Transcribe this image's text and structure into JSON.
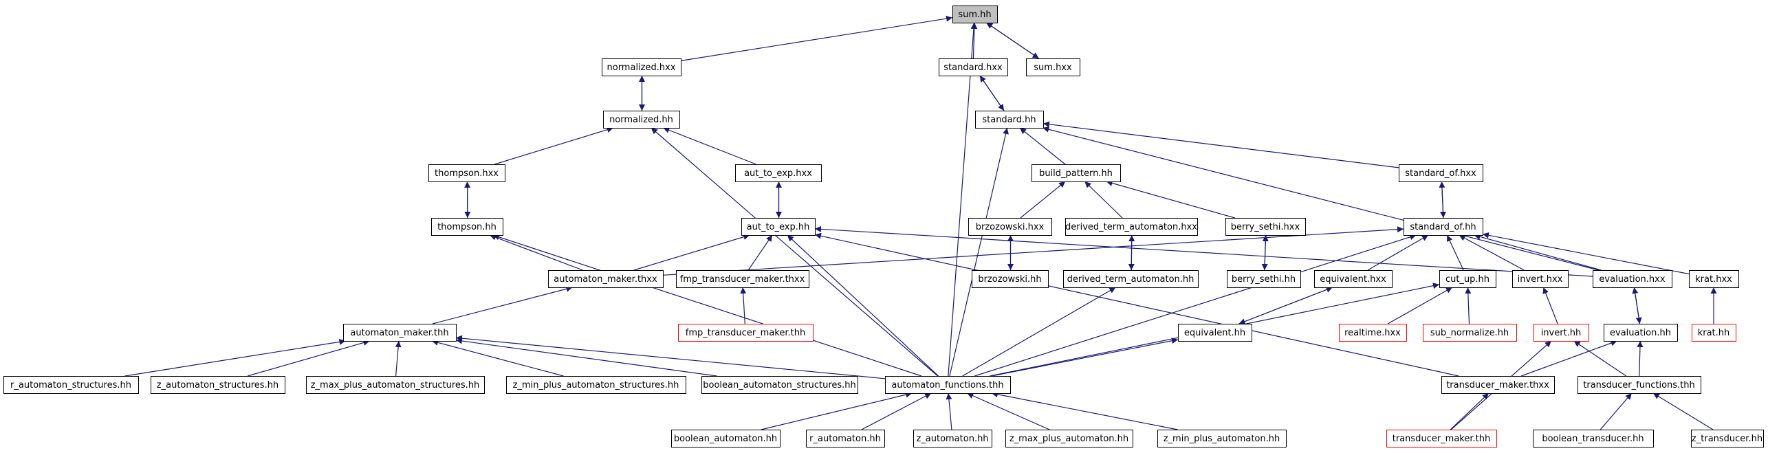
{
  "colors": {
    "edge": "#191970",
    "border_normal": "#000000",
    "border_truncated": "#ff0000",
    "fill_current": "#bfbfbf",
    "fill_normal": "#ffffff"
  },
  "nodes": [
    {
      "id": "sum_hh",
      "label": "sum.hh",
      "style": "current"
    },
    {
      "id": "normalized_hxx",
      "label": "normalized.hxx",
      "style": "normal"
    },
    {
      "id": "standard_hxx",
      "label": "standard.hxx",
      "style": "normal"
    },
    {
      "id": "sum_hxx",
      "label": "sum.hxx",
      "style": "normal"
    },
    {
      "id": "normalized_hh",
      "label": "normalized.hh",
      "style": "normal"
    },
    {
      "id": "standard_hh",
      "label": "standard.hh",
      "style": "normal"
    },
    {
      "id": "thompson_hxx",
      "label": "thompson.hxx",
      "style": "normal"
    },
    {
      "id": "aut_to_exp_hxx",
      "label": "aut_to_exp.hxx",
      "style": "normal"
    },
    {
      "id": "build_pattern_hh",
      "label": "build_pattern.hh",
      "style": "normal"
    },
    {
      "id": "standard_of_hxx",
      "label": "standard_of.hxx",
      "style": "normal"
    },
    {
      "id": "thompson_hh",
      "label": "thompson.hh",
      "style": "normal"
    },
    {
      "id": "aut_to_exp_hh",
      "label": "aut_to_exp.hh",
      "style": "normal"
    },
    {
      "id": "brzozowski_hxx",
      "label": "brzozowski.hxx",
      "style": "normal"
    },
    {
      "id": "derived_term_automaton_hxx",
      "label": "derived_term_automaton.hxx",
      "style": "normal"
    },
    {
      "id": "berry_sethi_hxx",
      "label": "berry_sethi.hxx",
      "style": "normal"
    },
    {
      "id": "standard_of_hh",
      "label": "standard_of.hh",
      "style": "normal"
    },
    {
      "id": "automaton_maker_thxx",
      "label": "automaton_maker.thxx",
      "style": "normal"
    },
    {
      "id": "fmp_transducer_maker_thxx",
      "label": "fmp_transducer_maker.thxx",
      "style": "normal"
    },
    {
      "id": "brzozowski_hh",
      "label": "brzozowski.hh",
      "style": "normal"
    },
    {
      "id": "derived_term_automaton_hh",
      "label": "derived_term_automaton.hh",
      "style": "normal"
    },
    {
      "id": "berry_sethi_hh",
      "label": "berry_sethi.hh",
      "style": "normal"
    },
    {
      "id": "equivalent_hxx",
      "label": "equivalent.hxx",
      "style": "normal"
    },
    {
      "id": "cut_up_hh",
      "label": "cut_up.hh",
      "style": "normal"
    },
    {
      "id": "invert_hxx",
      "label": "invert.hxx",
      "style": "normal"
    },
    {
      "id": "evaluation_hxx",
      "label": "evaluation.hxx",
      "style": "normal"
    },
    {
      "id": "krat_hxx",
      "label": "krat.hxx",
      "style": "normal"
    },
    {
      "id": "fmp_transducer_maker_thh",
      "label": "fmp_transducer_maker.thh",
      "style": "truncated"
    },
    {
      "id": "automaton_maker_thh",
      "label": "automaton_maker.thh",
      "style": "normal"
    },
    {
      "id": "equivalent_hh",
      "label": "equivalent.hh",
      "style": "normal"
    },
    {
      "id": "realtime_hxx",
      "label": "realtime.hxx",
      "style": "truncated"
    },
    {
      "id": "sub_normalize_hh",
      "label": "sub_normalize.hh",
      "style": "truncated"
    },
    {
      "id": "invert_hh",
      "label": "invert.hh",
      "style": "truncated"
    },
    {
      "id": "evaluation_hh",
      "label": "evaluation.hh",
      "style": "normal"
    },
    {
      "id": "krat_hh",
      "label": "krat.hh",
      "style": "truncated"
    },
    {
      "id": "r_automaton_structures_hh",
      "label": "r_automaton_structures.hh",
      "style": "normal"
    },
    {
      "id": "z_automaton_structures_hh",
      "label": "z_automaton_structures.hh",
      "style": "normal"
    },
    {
      "id": "z_max_plus_automaton_structures_hh",
      "label": "z_max_plus_automaton_structures.hh",
      "style": "normal"
    },
    {
      "id": "z_min_plus_automaton_structures_hh",
      "label": "z_min_plus_automaton_structures.hh",
      "style": "normal"
    },
    {
      "id": "boolean_automaton_structures_hh",
      "label": "boolean_automaton_structures.hh",
      "style": "normal"
    },
    {
      "id": "automaton_functions_thh",
      "label": "automaton_functions.thh",
      "style": "normal"
    },
    {
      "id": "transducer_maker_thxx",
      "label": "transducer_maker.thxx",
      "style": "normal"
    },
    {
      "id": "transducer_functions_thh",
      "label": "transducer_functions.thh",
      "style": "normal"
    },
    {
      "id": "boolean_automaton_hh",
      "label": "boolean_automaton.hh",
      "style": "normal"
    },
    {
      "id": "r_automaton_hh",
      "label": "r_automaton.hh",
      "style": "normal"
    },
    {
      "id": "z_automaton_hh",
      "label": "z_automaton.hh",
      "style": "normal"
    },
    {
      "id": "z_max_plus_automaton_hh",
      "label": "z_max_plus_automaton.hh",
      "style": "normal"
    },
    {
      "id": "z_min_plus_automaton_hh",
      "label": "z_min_plus_automaton.hh",
      "style": "normal"
    },
    {
      "id": "transducer_maker_thh",
      "label": "transducer_maker.thh",
      "style": "truncated"
    },
    {
      "id": "boolean_transducer_hh",
      "label": "boolean_transducer.hh",
      "style": "normal"
    },
    {
      "id": "z_transducer_hh",
      "label": "z_transducer.hh",
      "style": "normal"
    }
  ],
  "edges": [
    {
      "from": "normalized_hxx",
      "to": "sum_hh"
    },
    {
      "from": "automaton_functions_thh",
      "to": "sum_hh"
    },
    {
      "from": "standard_hxx",
      "to": "sum_hh"
    },
    {
      "from": "sum_hxx",
      "to": "sum_hh"
    },
    {
      "from": "sum_hh",
      "to": "sum_hxx"
    },
    {
      "from": "normalized_hh",
      "to": "normalized_hxx"
    },
    {
      "from": "normalized_hxx",
      "to": "normalized_hh"
    },
    {
      "from": "standard_hh",
      "to": "standard_hxx"
    },
    {
      "from": "standard_hxx",
      "to": "standard_hh"
    },
    {
      "from": "thompson_hxx",
      "to": "normalized_hh"
    },
    {
      "from": "aut_to_exp_hxx",
      "to": "normalized_hh"
    },
    {
      "from": "automaton_functions_thh",
      "to": "normalized_hh"
    },
    {
      "from": "build_pattern_hh",
      "to": "standard_hh"
    },
    {
      "from": "standard_of_hxx",
      "to": "standard_hh"
    },
    {
      "from": "evaluation_hxx",
      "to": "standard_hh"
    },
    {
      "from": "automaton_functions_thh",
      "to": "standard_hh"
    },
    {
      "from": "thompson_hh",
      "to": "thompson_hxx"
    },
    {
      "from": "thompson_hxx",
      "to": "thompson_hh"
    },
    {
      "from": "aut_to_exp_hh",
      "to": "aut_to_exp_hxx"
    },
    {
      "from": "aut_to_exp_hxx",
      "to": "aut_to_exp_hh"
    },
    {
      "from": "standard_of_hh",
      "to": "standard_of_hxx"
    },
    {
      "from": "standard_of_hxx",
      "to": "standard_of_hh"
    },
    {
      "from": "brzozowski_hxx",
      "to": "build_pattern_hh"
    },
    {
      "from": "derived_term_automaton_hxx",
      "to": "build_pattern_hh"
    },
    {
      "from": "berry_sethi_hxx",
      "to": "build_pattern_hh"
    },
    {
      "from": "automaton_maker_thxx",
      "to": "thompson_hh"
    },
    {
      "from": "automaton_functions_thh",
      "to": "thompson_hh"
    },
    {
      "from": "automaton_maker_thxx",
      "to": "aut_to_exp_hh"
    },
    {
      "from": "fmp_transducer_maker_thxx",
      "to": "aut_to_exp_hh"
    },
    {
      "from": "automaton_functions_thh",
      "to": "aut_to_exp_hh"
    },
    {
      "from": "transducer_maker_thxx",
      "to": "aut_to_exp_hh"
    },
    {
      "from": "evaluation_hxx",
      "to": "aut_to_exp_hh"
    },
    {
      "from": "brzozowski_hh",
      "to": "brzozowski_hxx"
    },
    {
      "from": "brzozowski_hxx",
      "to": "brzozowski_hh"
    },
    {
      "from": "derived_term_automaton_hh",
      "to": "derived_term_automaton_hxx"
    },
    {
      "from": "derived_term_automaton_hxx",
      "to": "derived_term_automaton_hh"
    },
    {
      "from": "berry_sethi_hh",
      "to": "berry_sethi_hxx"
    },
    {
      "from": "berry_sethi_hxx",
      "to": "berry_sethi_hh"
    },
    {
      "from": "automaton_maker_thxx",
      "to": "standard_of_hh"
    },
    {
      "from": "equivalent_hxx",
      "to": "standard_of_hh"
    },
    {
      "from": "cut_up_hh",
      "to": "standard_of_hh"
    },
    {
      "from": "invert_hxx",
      "to": "standard_of_hh"
    },
    {
      "from": "evaluation_hxx",
      "to": "standard_of_hh"
    },
    {
      "from": "krat_hxx",
      "to": "standard_of_hh"
    },
    {
      "from": "automaton_functions_thh",
      "to": "standard_of_hh"
    },
    {
      "from": "fmp_transducer_maker_thh",
      "to": "fmp_transducer_maker_thxx"
    },
    {
      "from": "automaton_maker_thh",
      "to": "automaton_maker_thxx"
    },
    {
      "from": "automaton_functions_thh",
      "to": "derived_term_automaton_hh"
    },
    {
      "from": "equivalent_hh",
      "to": "equivalent_hxx"
    },
    {
      "from": "equivalent_hxx",
      "to": "equivalent_hh"
    },
    {
      "from": "realtime_hxx",
      "to": "cut_up_hh"
    },
    {
      "from": "sub_normalize_hh",
      "to": "cut_up_hh"
    },
    {
      "from": "automaton_functions_thh",
      "to": "cut_up_hh"
    },
    {
      "from": "invert_hh",
      "to": "invert_hxx"
    },
    {
      "from": "evaluation_hh",
      "to": "evaluation_hxx"
    },
    {
      "from": "evaluation_hxx",
      "to": "evaluation_hh"
    },
    {
      "from": "krat_hh",
      "to": "krat_hxx"
    },
    {
      "from": "r_automaton_structures_hh",
      "to": "automaton_maker_thh"
    },
    {
      "from": "z_automaton_structures_hh",
      "to": "automaton_maker_thh"
    },
    {
      "from": "z_max_plus_automaton_structures_hh",
      "to": "automaton_maker_thh"
    },
    {
      "from": "z_min_plus_automaton_structures_hh",
      "to": "automaton_maker_thh"
    },
    {
      "from": "boolean_automaton_structures_hh",
      "to": "automaton_maker_thh"
    },
    {
      "from": "automaton_functions_thh",
      "to": "automaton_maker_thh"
    },
    {
      "from": "automaton_functions_thh",
      "to": "equivalent_hh"
    },
    {
      "from": "transducer_maker_thh",
      "to": "invert_hh"
    },
    {
      "from": "transducer_maker_thxx",
      "to": "evaluation_hh"
    },
    {
      "from": "transducer_functions_thh",
      "to": "evaluation_hh"
    },
    {
      "from": "transducer_functions_thh",
      "to": "invert_hh"
    },
    {
      "from": "boolean_automaton_hh",
      "to": "automaton_functions_thh"
    },
    {
      "from": "r_automaton_hh",
      "to": "automaton_functions_thh"
    },
    {
      "from": "z_automaton_hh",
      "to": "automaton_functions_thh"
    },
    {
      "from": "z_max_plus_automaton_hh",
      "to": "automaton_functions_thh"
    },
    {
      "from": "z_min_plus_automaton_hh",
      "to": "automaton_functions_thh"
    },
    {
      "from": "transducer_maker_thh",
      "to": "transducer_maker_thxx"
    },
    {
      "from": "boolean_transducer_hh",
      "to": "transducer_functions_thh"
    },
    {
      "from": "z_transducer_hh",
      "to": "transducer_functions_thh"
    }
  ]
}
